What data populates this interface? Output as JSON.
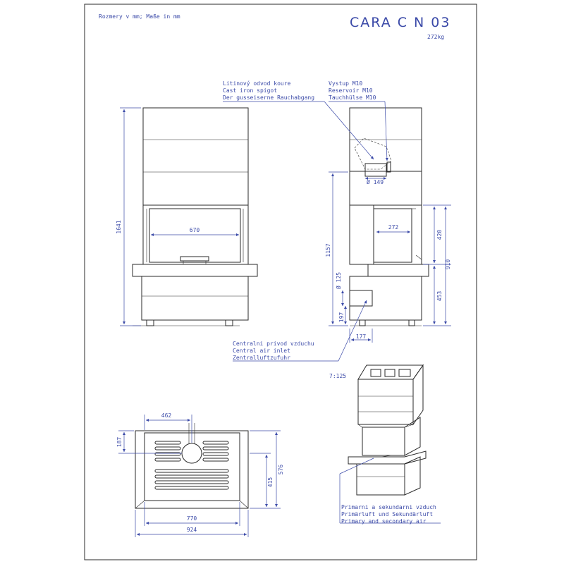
{
  "header": {
    "units": "Rozmery v mm; Maße in mm",
    "title": "CARA C N 03",
    "weight": "272kg"
  },
  "labels": {
    "spigot": [
      "Litinový odvod koure",
      "Cast iron spigot",
      "Der gusseiserne Rauchabgang"
    ],
    "sensor": [
      "Vystup M10",
      "Reservoir M10",
      "Tauchhülse M10"
    ],
    "air_inlet": [
      "Centralni privod vzduchu",
      "Central air inlet",
      "Zentralluftzufuhr"
    ],
    "primary_air": [
      "Primarni a sekundarni vzduch",
      "Primärluft und Sekundärluft",
      "Primary and secondary air"
    ],
    "scale": "7:125"
  },
  "dimensions": {
    "front_height": "1641",
    "front_glass_width": "670",
    "side_flue_dia": "149",
    "side_height": "1157",
    "side_glass_width": "272",
    "side_glass_height": "420",
    "side_floor_to_glass": "910",
    "side_lower": "453",
    "side_air_dia": "125",
    "side_air_height": "197",
    "side_air_offset": "177",
    "top_flue_offset": "462",
    "top_depth_small": "187",
    "top_depth_inner": "415",
    "top_depth_total": "576",
    "top_width_inner": "770",
    "top_width_total": "924"
  }
}
